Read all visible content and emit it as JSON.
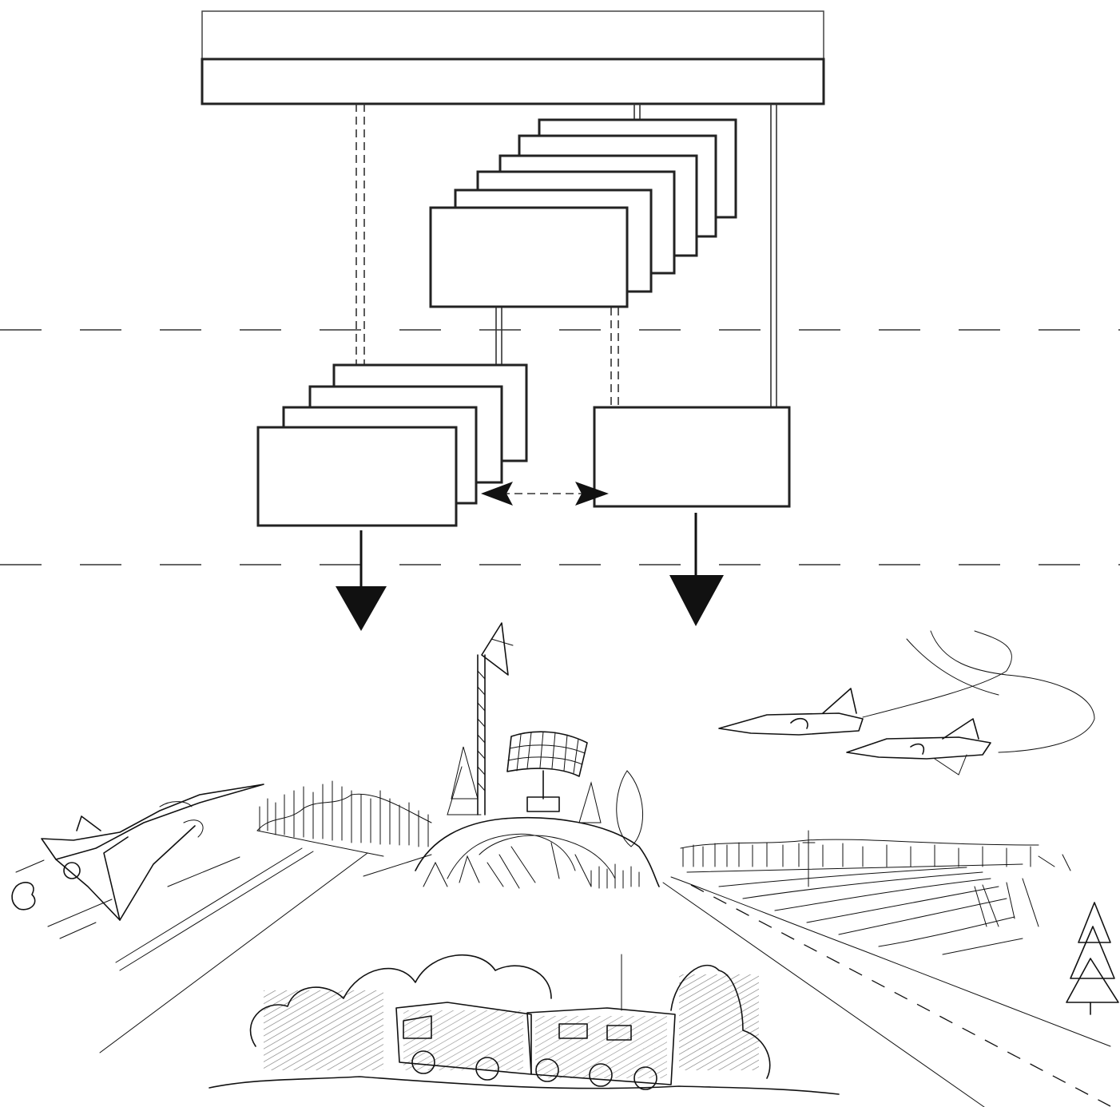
{
  "diagram": {
    "colors": {
      "ink": "#111111",
      "paper": "#ffffff"
    },
    "nodes": [
      {
        "id": "top-banner",
        "text": ""
      },
      {
        "id": "stacked-middle-group",
        "text": ""
      },
      {
        "id": "lower-left-stack",
        "text": ""
      },
      {
        "id": "lower-right-box",
        "text": ""
      }
    ],
    "links": [
      {
        "from": "top-banner",
        "to": "lower-left-stack",
        "style": "double-dashed"
      },
      {
        "from": "top-banner",
        "to": "stacked-middle-group",
        "style": "double-line"
      },
      {
        "from": "top-banner",
        "to": "lower-right-box",
        "style": "double-line"
      },
      {
        "from": "stacked-middle-group",
        "to": "lower-left-stack",
        "style": "double-line"
      },
      {
        "from": "stacked-middle-group",
        "to": "lower-right-box",
        "style": "double-dashed"
      },
      {
        "from": "lower-left-stack",
        "to": "lower-right-box",
        "style": "dashed-bidirectional-arrow"
      }
    ],
    "illustration": {
      "scene": "airbase-landscape",
      "icons": [
        "jet-aircraft-icon",
        "fighter-pair-icon",
        "radar-tower-icon",
        "radar-antenna-icon",
        "military-truck-icon",
        "runway-icon",
        "road-icon",
        "tree-icon"
      ]
    }
  }
}
